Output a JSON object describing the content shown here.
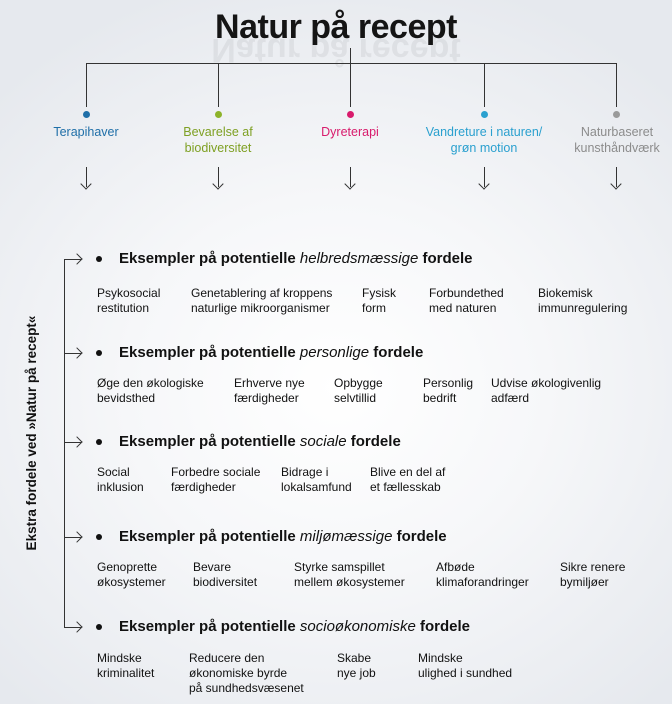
{
  "title": "Natur på recept",
  "categories": [
    {
      "line1": "Terapihaver",
      "line2": "",
      "color": "#1f6fa8"
    },
    {
      "line1": "Bevarelse af",
      "line2": "biodiversitet",
      "color": "#8db32a"
    },
    {
      "line1": "Dyreterapi",
      "line2": "",
      "color": "#d81b6c"
    },
    {
      "line1": "Vandreture i naturen/",
      "line2": "grøn motion",
      "color": "#2aa0cf"
    },
    {
      "line1": "Naturbaseret",
      "line2": "kunsthåndværk",
      "color": "#9a9a9a"
    }
  ],
  "side_label": "Ekstra fordele ved »Natur på recept«",
  "sections": [
    {
      "prefix": "Eksempler på potentielle ",
      "emph": "helbredsmæssige",
      "suffix": " fordele",
      "items": [
        {
          "l1": "Psykosocial",
          "l2": "restitution",
          "l3": ""
        },
        {
          "l1": "Genetablering af kroppens",
          "l2": "naturlige mikroorganismer",
          "l3": ""
        },
        {
          "l1": "Fysisk",
          "l2": "form",
          "l3": ""
        },
        {
          "l1": "Forbundethed",
          "l2": "med naturen",
          "l3": ""
        },
        {
          "l1": "Biokemisk",
          "l2": "immunregulering",
          "l3": ""
        }
      ]
    },
    {
      "prefix": "Eksempler på potentielle ",
      "emph": "personlige",
      "suffix": " fordele",
      "items": [
        {
          "l1": "Øge den økologiske",
          "l2": "bevidsthed",
          "l3": ""
        },
        {
          "l1": "Erhverve nye",
          "l2": "færdigheder",
          "l3": ""
        },
        {
          "l1": "Opbygge",
          "l2": "selvtillid",
          "l3": ""
        },
        {
          "l1": "Personlig",
          "l2": "bedrift",
          "l3": ""
        },
        {
          "l1": "Udvise økologivenlig",
          "l2": "adfærd",
          "l3": ""
        }
      ]
    },
    {
      "prefix": "Eksempler på potentielle ",
      "emph": "sociale",
      "suffix": " fordele",
      "items": [
        {
          "l1": "Social",
          "l2": "inklusion",
          "l3": ""
        },
        {
          "l1": "Forbedre sociale",
          "l2": "færdigheder",
          "l3": ""
        },
        {
          "l1": "Bidrage i",
          "l2": "lokalsamfund",
          "l3": ""
        },
        {
          "l1": "Blive en del af",
          "l2": "et fællesskab",
          "l3": ""
        }
      ]
    },
    {
      "prefix": "Eksempler på potentielle ",
      "emph": "miljømæssige",
      "suffix": " fordele",
      "items": [
        {
          "l1": "Genoprette",
          "l2": "økosystemer",
          "l3": ""
        },
        {
          "l1": "Bevare",
          "l2": "biodiversitet",
          "l3": ""
        },
        {
          "l1": "Styrke samspillet",
          "l2": "mellem økosystemer",
          "l3": ""
        },
        {
          "l1": "Afbøde",
          "l2": "klimaforandringer",
          "l3": ""
        },
        {
          "l1": "Sikre renere",
          "l2": "bymiljøer",
          "l3": ""
        }
      ]
    },
    {
      "prefix": "Eksempler på potentielle ",
      "emph": "socioøkonomiske",
      "suffix": " fordele",
      "items": [
        {
          "l1": "Mindske",
          "l2": "kriminalitet",
          "l3": ""
        },
        {
          "l1": "Reducere den",
          "l2": "økonomiske byrde",
          "l3": "på sundhedsvæsenet"
        },
        {
          "l1": "Skabe",
          "l2": "nye job",
          "l3": ""
        },
        {
          "l1": "Mindske",
          "l2": "ulighed i sundhed",
          "l3": ""
        }
      ]
    }
  ]
}
